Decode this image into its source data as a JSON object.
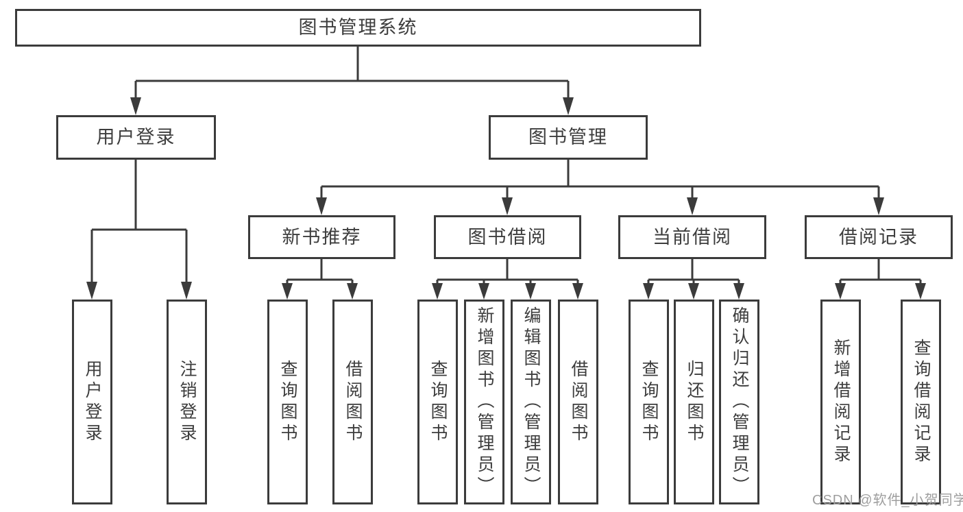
{
  "diagram": {
    "title": "图书管理系统",
    "root": {
      "label": "图书管理系统"
    },
    "level2": [
      {
        "label": "用户登录"
      },
      {
        "label": "图书管理"
      }
    ],
    "level3": [
      {
        "label": "新书推荐"
      },
      {
        "label": "图书借阅"
      },
      {
        "label": "当前借阅"
      },
      {
        "label": "借阅记录"
      }
    ],
    "leaves": {
      "user_login": [
        {
          "label": "用户登录"
        },
        {
          "label": "注销登录"
        }
      ],
      "new_book": [
        {
          "label": "查询图书"
        },
        {
          "label": "借阅图书"
        }
      ],
      "book_borrow": [
        {
          "label": "查询图书"
        },
        {
          "label": "新增图书（管理员）"
        },
        {
          "label": "编辑图书（管理员）"
        },
        {
          "label": "借阅图书"
        }
      ],
      "current_borrow": [
        {
          "label": "查询图书"
        },
        {
          "label": "归还图书"
        },
        {
          "label": "确认归还（管理员）"
        }
      ],
      "borrow_records": [
        {
          "label": "新增借阅记录"
        },
        {
          "label": "查询借阅记录"
        }
      ]
    }
  },
  "watermark": {
    "text": "CSDN @软件_小贺同学"
  },
  "colors": {
    "line": "#3b3b3b",
    "text": "#3d3d3d",
    "box_background": "#ffffff",
    "watermark": "#9e9e9e",
    "background": "#ffffff"
  }
}
